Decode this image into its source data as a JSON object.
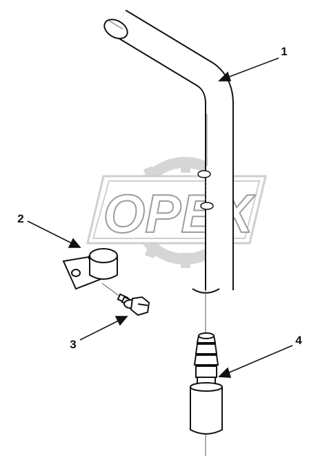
{
  "diagram": {
    "callouts": [
      {
        "id": "1",
        "label": "1"
      },
      {
        "id": "2",
        "label": "2"
      },
      {
        "id": "3",
        "label": "3"
      },
      {
        "id": "4",
        "label": "4"
      }
    ],
    "watermark": {
      "text": "OPEX"
    }
  },
  "colors": {
    "line": "#111111",
    "background": "#ffffff",
    "watermark": "#c8c8c8"
  }
}
